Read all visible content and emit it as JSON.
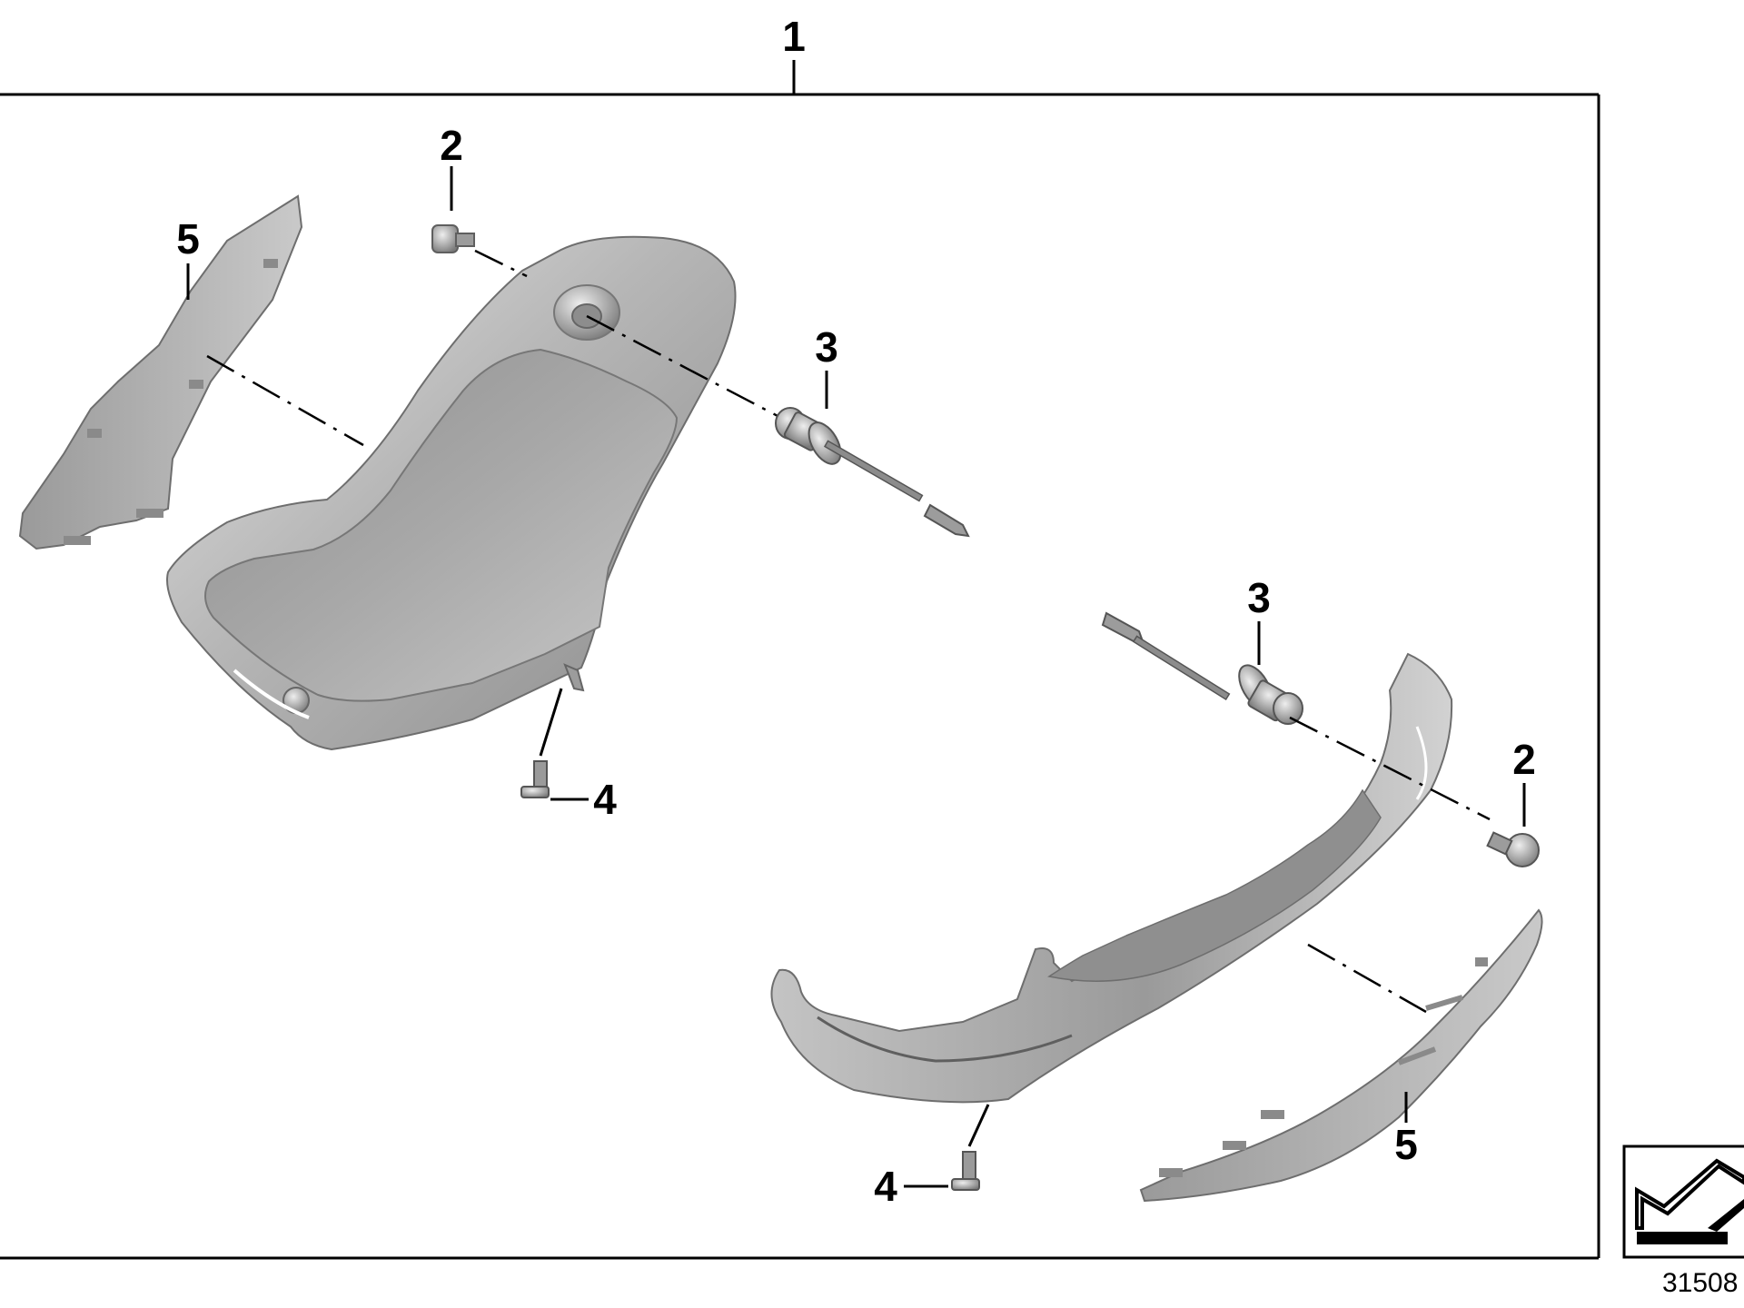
{
  "diagram": {
    "callouts": {
      "assembly": "1",
      "upper_2": "2",
      "upper_3": "3",
      "upper_4": "4",
      "upper_5": "5",
      "lower_2": "2",
      "lower_3": "3",
      "lower_4": "4",
      "lower_5": "5"
    },
    "document_number": "31508",
    "colors": {
      "part_light": "#d4d4d4",
      "part_mid": "#a9a9a9",
      "part_dark": "#7b7b7b",
      "line": "#000000"
    },
    "icons": [
      "repair-kit-icon"
    ]
  }
}
